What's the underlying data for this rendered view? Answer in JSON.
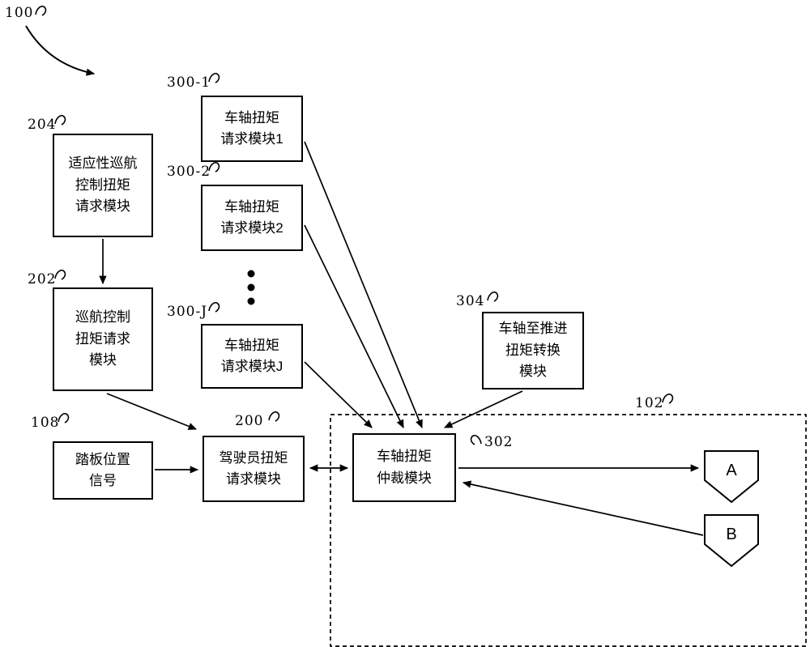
{
  "figure": {
    "root_ref": "100",
    "system_ref": "102"
  },
  "boxes": {
    "acc": {
      "ref": "204",
      "lines": [
        "适应性巡航",
        "控制扭矩",
        "请求模块"
      ]
    },
    "cruise": {
      "ref": "202",
      "lines": [
        "巡航控制",
        "扭矩请求",
        "模块"
      ]
    },
    "pedal": {
      "ref": "108",
      "lines": [
        "踏板位置",
        "信号"
      ]
    },
    "axle1": {
      "ref": "300-1",
      "lines": [
        "车轴扭矩",
        "请求模块1"
      ]
    },
    "axle2": {
      "ref": "300-2",
      "lines": [
        "车轴扭矩",
        "请求模块2"
      ]
    },
    "axleJ": {
      "ref": "300-J",
      "lines": [
        "车轴扭矩",
        "请求模块J"
      ]
    },
    "conv": {
      "ref": "304",
      "lines": [
        "车轴至推进",
        "扭矩转换",
        "模块"
      ]
    },
    "driver": {
      "ref": "200",
      "lines": [
        "驾驶员扭矩",
        "请求模块"
      ]
    },
    "arb": {
      "ref": "302",
      "lines": [
        "车轴扭矩",
        "仲裁模块"
      ]
    }
  },
  "connectors": {
    "a": "A",
    "b": "B"
  },
  "colors": {
    "ink": "#000000",
    "background": "#ffffff"
  }
}
